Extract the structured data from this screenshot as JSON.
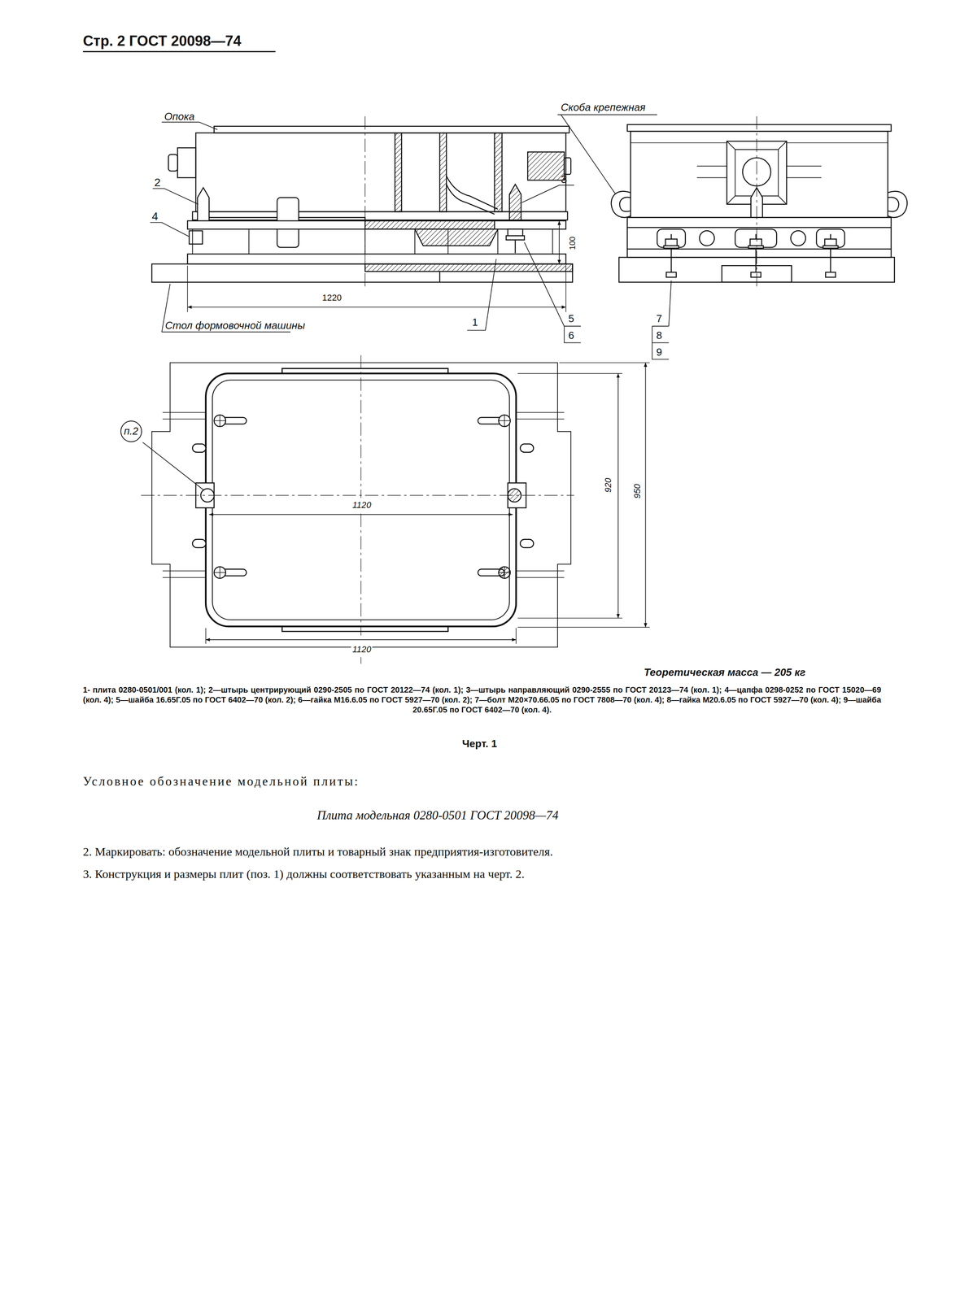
{
  "diagram": {
    "title": "Стр. 2 ГОСТ 20098—74",
    "caption": "Черт. 1",
    "nodes": [
      {
        "text": [
          "п.2"
        ]
      }
    ],
    "labels": [
      "Опока",
      "2",
      "4",
      "3",
      "100",
      "1220",
      "Стол формовочной машины",
      "1",
      "5",
      "6",
      "Скоба крепежная",
      "7",
      "8",
      "9",
      "1120",
      "920",
      "950",
      "1120",
      "Теоретическая масса — 205 кг",
      "1- плита 0280-0501/001 (кол. 1); 2—штырь центрирующий 0290-2505 по ГОСТ 20122—74 (кол. 1); 3—штырь направляющий 0290-2555 по ГОСТ 20123—74 (кол. 1); 4—цапфа 0298-0252 по ГОСТ 15020—69 (кол. 4); 5—шайба 16.65Г.05 по ГОСТ 6402—70 (кол. 2); 6—гайка М16.6.05 по ГОСТ 5927—70 (кол. 2); 7—болт М20×70.66.05 по ГОСТ 7808—70 (кол. 4); 8—гайка М20.6.05 по ГОСТ 5927—70 (кол. 4); 9—шайба 20.65Г.05 по ГОСТ 6402—70 (кол. 4).",
      "Условное обозначение модельной плиты:",
      "Плита модельная 0280-0501 ГОСТ 20098—74",
      "2. Маркировать: обозначение модельной плиты и товарный знак предприятия-изготовителя.",
      "3. Конструкция и размеры плит (поз. 1) должны соответствовать указанным на черт. 2."
    ]
  }
}
